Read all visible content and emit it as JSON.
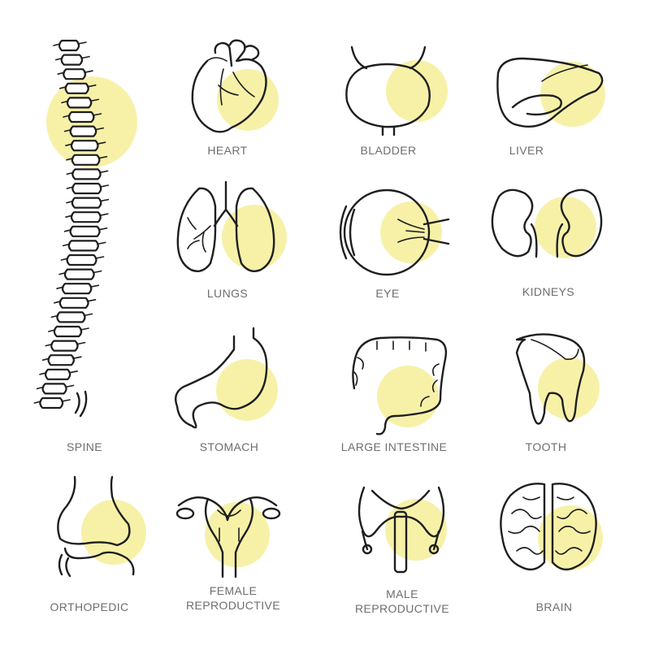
{
  "colors": {
    "accent": "#f7f1a8",
    "stroke": "#1e1e1e",
    "label": "#6e6e6e",
    "background": "#ffffff"
  },
  "icons": [
    {
      "key": "spine",
      "label": "SPINE",
      "icon": "spine-icon"
    },
    {
      "key": "heart",
      "label": "HEART",
      "icon": "heart-icon"
    },
    {
      "key": "bladder",
      "label": "BLADDER",
      "icon": "bladder-icon"
    },
    {
      "key": "liver",
      "label": "LIVER",
      "icon": "liver-icon"
    },
    {
      "key": "lungs",
      "label": "LUNGS",
      "icon": "lungs-icon"
    },
    {
      "key": "eye",
      "label": "EYE",
      "icon": "eye-icon"
    },
    {
      "key": "kidneys",
      "label": "KIDNEYS",
      "icon": "kidneys-icon"
    },
    {
      "key": "stomach",
      "label": "STOMACH",
      "icon": "stomach-icon"
    },
    {
      "key": "intestine",
      "label": "LARGE INTESTINE",
      "icon": "large-intestine-icon"
    },
    {
      "key": "tooth",
      "label": "TOOTH",
      "icon": "tooth-icon"
    },
    {
      "key": "ortho",
      "label": "ORTHOPEDIC",
      "icon": "orthopedic-icon"
    },
    {
      "key": "female",
      "label": "FEMALE REPRODUCTIVE",
      "lines": [
        "FEMALE",
        "REPRODUCTIVE"
      ],
      "icon": "female-reproductive-icon"
    },
    {
      "key": "male",
      "label": "MALE REPRODUCTIVE",
      "lines": [
        "MALE",
        "REPRODUCTIVE"
      ],
      "icon": "male-reproductive-icon"
    },
    {
      "key": "brain",
      "label": "BRAIN",
      "icon": "brain-icon"
    }
  ]
}
